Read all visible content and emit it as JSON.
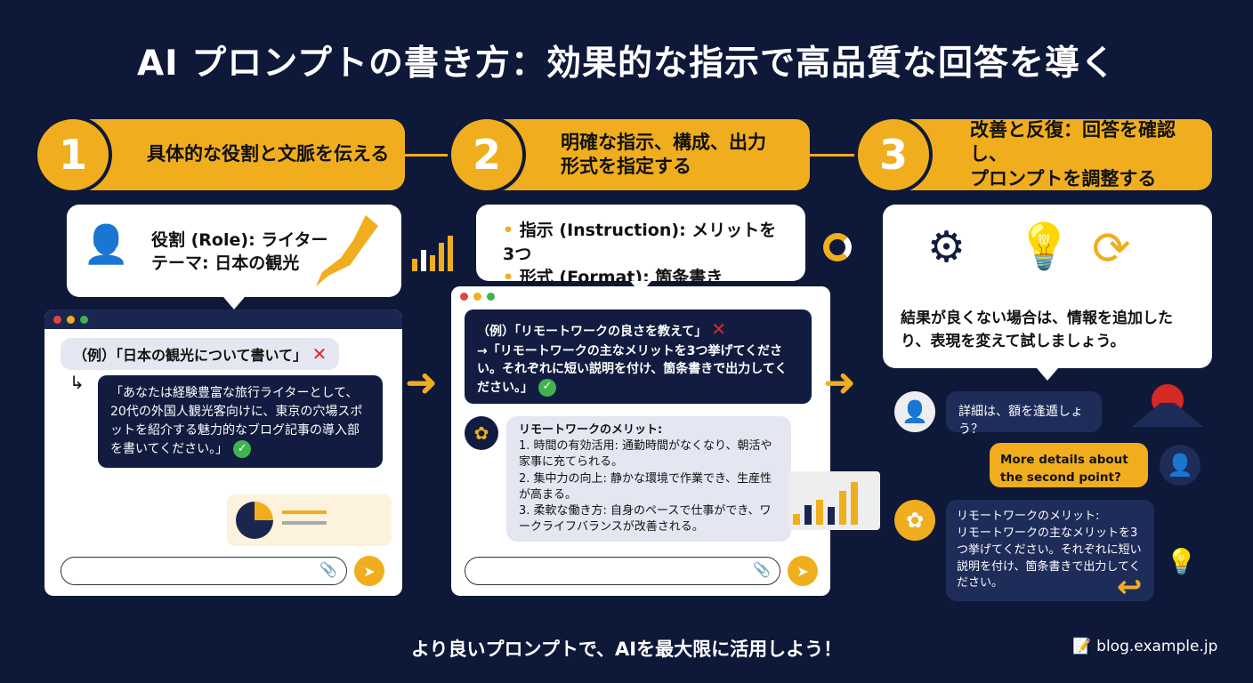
{
  "title": "AI プロンプトの書き方：効果的な指示で高品質な回答を導く",
  "steps": [
    {
      "number": "1",
      "label": "具体的な役割と文脈を伝える"
    },
    {
      "number": "2",
      "label": "明確な指示、構成、出力\n形式を指定する"
    },
    {
      "number": "3",
      "label": "改善と反復：回答を確認し、\nプロンプトを調整する"
    }
  ],
  "panel1": {
    "role_line": "役割 (Role): ライター",
    "theme_line": "テーマ: 日本の観光",
    "bad_example": "（例）「日本の観光について書いて」",
    "good_example": "「あなたは経験豊富な旅行ライターとして、20代の外国人観光客向けに、東京の穴場スポットを紹介する魅力的なブログ記事の導入部を書いてください。」"
  },
  "panel2": {
    "bullets": [
      "指示 (Instruction): メリットを3つ",
      "形式 (Format): 箇条書き"
    ],
    "bad_example": "（例）「リモートワークの良さを教えて」",
    "good_example": "→「リモートワークの主なメリットを3つ挙げてください。それぞれに短い説明を付け、箇条書きで出力してください。」",
    "response_title": "リモートワークのメリット:",
    "response_items": [
      "1. 時間の有効活用: 通勤時間がなくなり、朝活や家事に充てられる。",
      "2. 集中力の向上: 静かな環境で作業でき、生産性が高まる。",
      "3. 柔軟な働き方: 自身のペースで仕事ができ、ワークライフバランスが改善される。"
    ]
  },
  "panel3": {
    "tip": "結果が良くない場合は、情報を追加したり、表現を変えて試しましょう。",
    "chat1": "詳細は、額を逢遁しょう？",
    "chat2": "More details about the second point?",
    "chat3": "リモートワークのメリット:\nリモートワークの主なメリットを3つ挙げてください。それぞれに短い説明を付け、箇条書きで出力してください。"
  },
  "footer": {
    "slogan": "より良いプロンプトで、AIを最大限に活用しよう！",
    "site": "blog.example.jp"
  },
  "colors": {
    "background": "#0e1838",
    "accent": "#f0ae1e",
    "ok": "#3fb34f",
    "ng": "#e0262b"
  }
}
